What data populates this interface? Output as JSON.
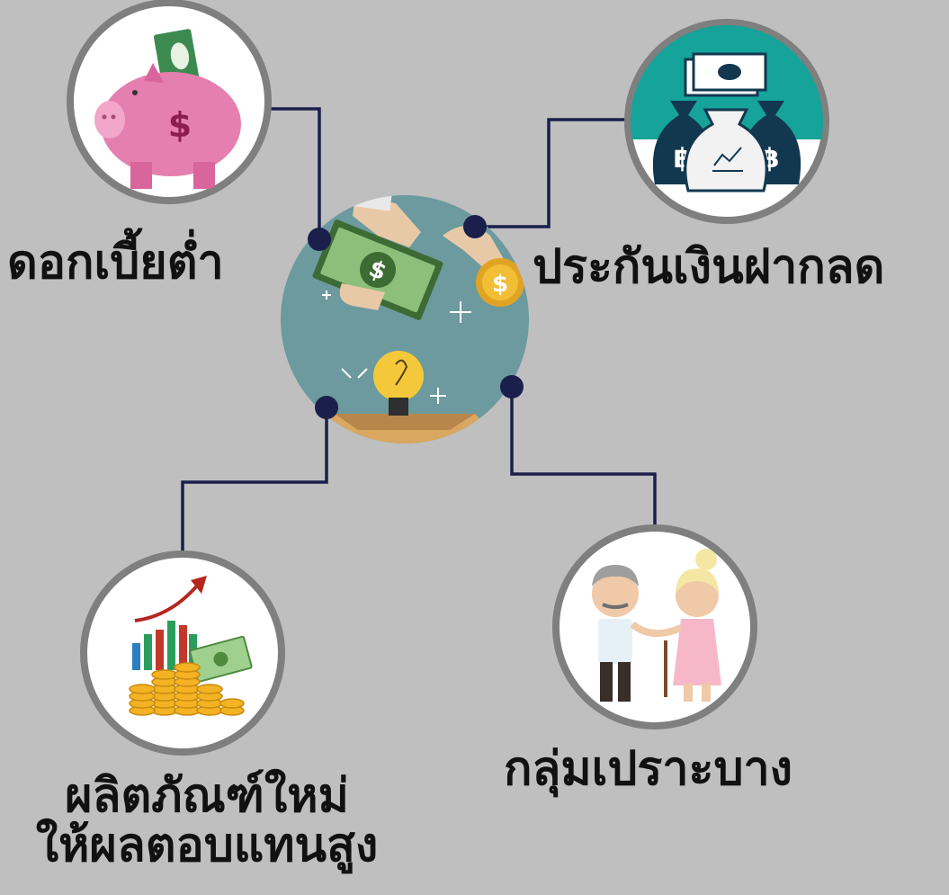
{
  "center": {
    "icon": "money-exchange-lightbulb-icon"
  },
  "nodes": [
    {
      "id": "low-interest",
      "icon": "piggy-bank-icon",
      "label": "ดอกเบี้ยต่ำ"
    },
    {
      "id": "deposit-insurance",
      "icon": "baht-money-bags-icon",
      "label": "ประกันเงินฝากลด"
    },
    {
      "id": "new-products",
      "icon": "coins-growth-chart-icon",
      "label_line1": "ผลิตภัณฑ์ใหม่",
      "label_line2": "ให้ผลตอบแทนสูง"
    },
    {
      "id": "vulnerable-group",
      "icon": "elderly-couple-icon",
      "label": "กลุ่มเปราะบาง"
    }
  ],
  "colors": {
    "background": "#bfbfbf",
    "connector": "#1b1f4b",
    "ring": "#7f7f7f",
    "center_bg": "#6c9a9e",
    "teal": "#15a39a"
  }
}
